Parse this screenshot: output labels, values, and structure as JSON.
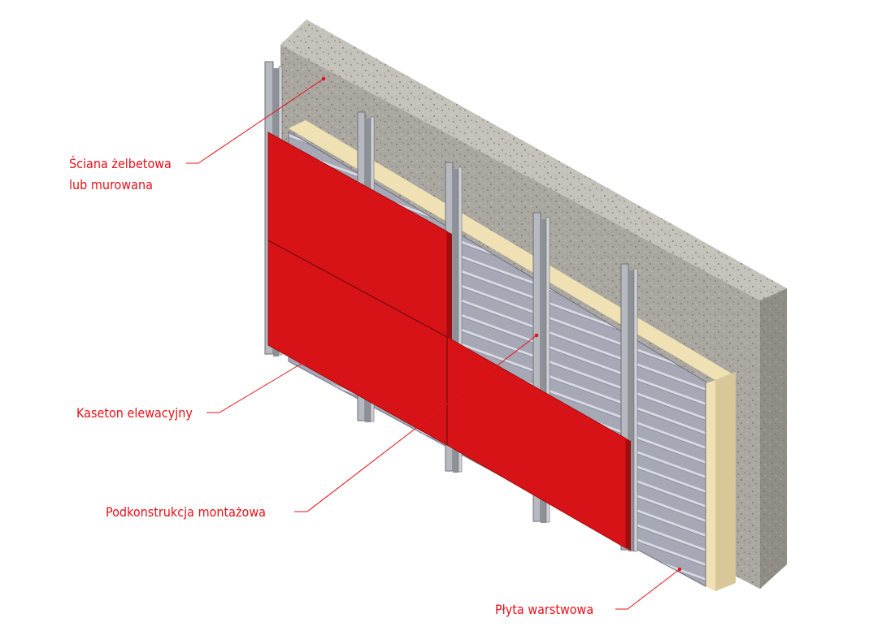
{
  "labels": {
    "wall_line1": "Ściana żelbetowa",
    "wall_line2": "lub murowana",
    "cassette": "Kaseton elewacyjny",
    "substructure": "Podkonstrukcja montażowa",
    "sandwich_panel": "Płyta warstwowa"
  },
  "colors": {
    "label_text": "#e8101a",
    "leader_line": "#e8101a",
    "cassette_face": "#d71317",
    "cassette_edge": "#9e0d10",
    "concrete_face": "#a9a79f",
    "concrete_top": "#c4c2ba",
    "concrete_side": "#8f8d86",
    "insulation": "#efe1b4",
    "panel_face": "#a6a8b6",
    "panel_rib": "#d8d9e3",
    "profile": "#b7b9c0"
  },
  "icons": {
    "concrete": "speckle-texture",
    "profile": "omega-profile"
  }
}
